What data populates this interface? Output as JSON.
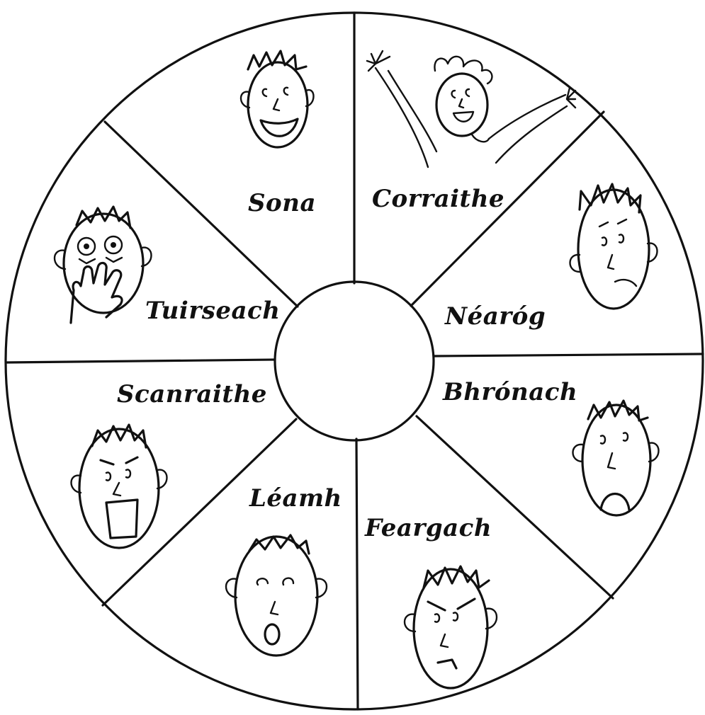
{
  "wheel": {
    "segments": [
      {
        "label": "Sona",
        "face": "happy-face-icon"
      },
      {
        "label": "Corraithe",
        "face": "excited-face-icon"
      },
      {
        "label": "Néaróg",
        "face": "nervous-face-icon"
      },
      {
        "label": "Bhrónach",
        "face": "sad-face-icon"
      },
      {
        "label": "Feargach",
        "face": "angry-face-icon"
      },
      {
        "label": "Léamh",
        "face": "bored-face-icon"
      },
      {
        "label": "Scanraithe",
        "face": "scared-face-icon"
      },
      {
        "label": "Tuirseach",
        "face": "tired-face-icon"
      }
    ]
  },
  "colors": {
    "ink": "#111111",
    "paper": "#ffffff"
  }
}
